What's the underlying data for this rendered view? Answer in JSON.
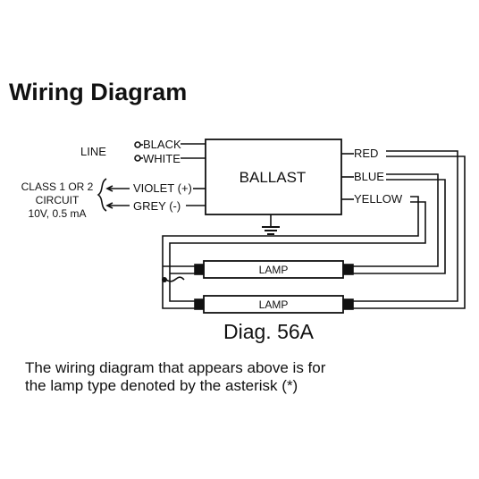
{
  "heading": "Wiring Diagram",
  "diagram": {
    "ballast": "BALLAST",
    "line": "LINE",
    "black": "BLACK",
    "white": "WHITE",
    "class_line1": "CLASS 1 OR 2",
    "class_line2": "CIRCUIT",
    "class_line3": "10V, 0.5 mA",
    "violet": "VIOLET (+)",
    "grey": "GREY (-)",
    "red": "RED",
    "blue": "BLUE",
    "yellow": "YELLOW",
    "lamp1": "LAMP",
    "lamp2": "LAMP"
  },
  "caption": "Diag. 56A",
  "note": {
    "line1": "The wiring diagram that appears above is for",
    "line2": "the lamp type denoted by the asterisk (*)"
  }
}
